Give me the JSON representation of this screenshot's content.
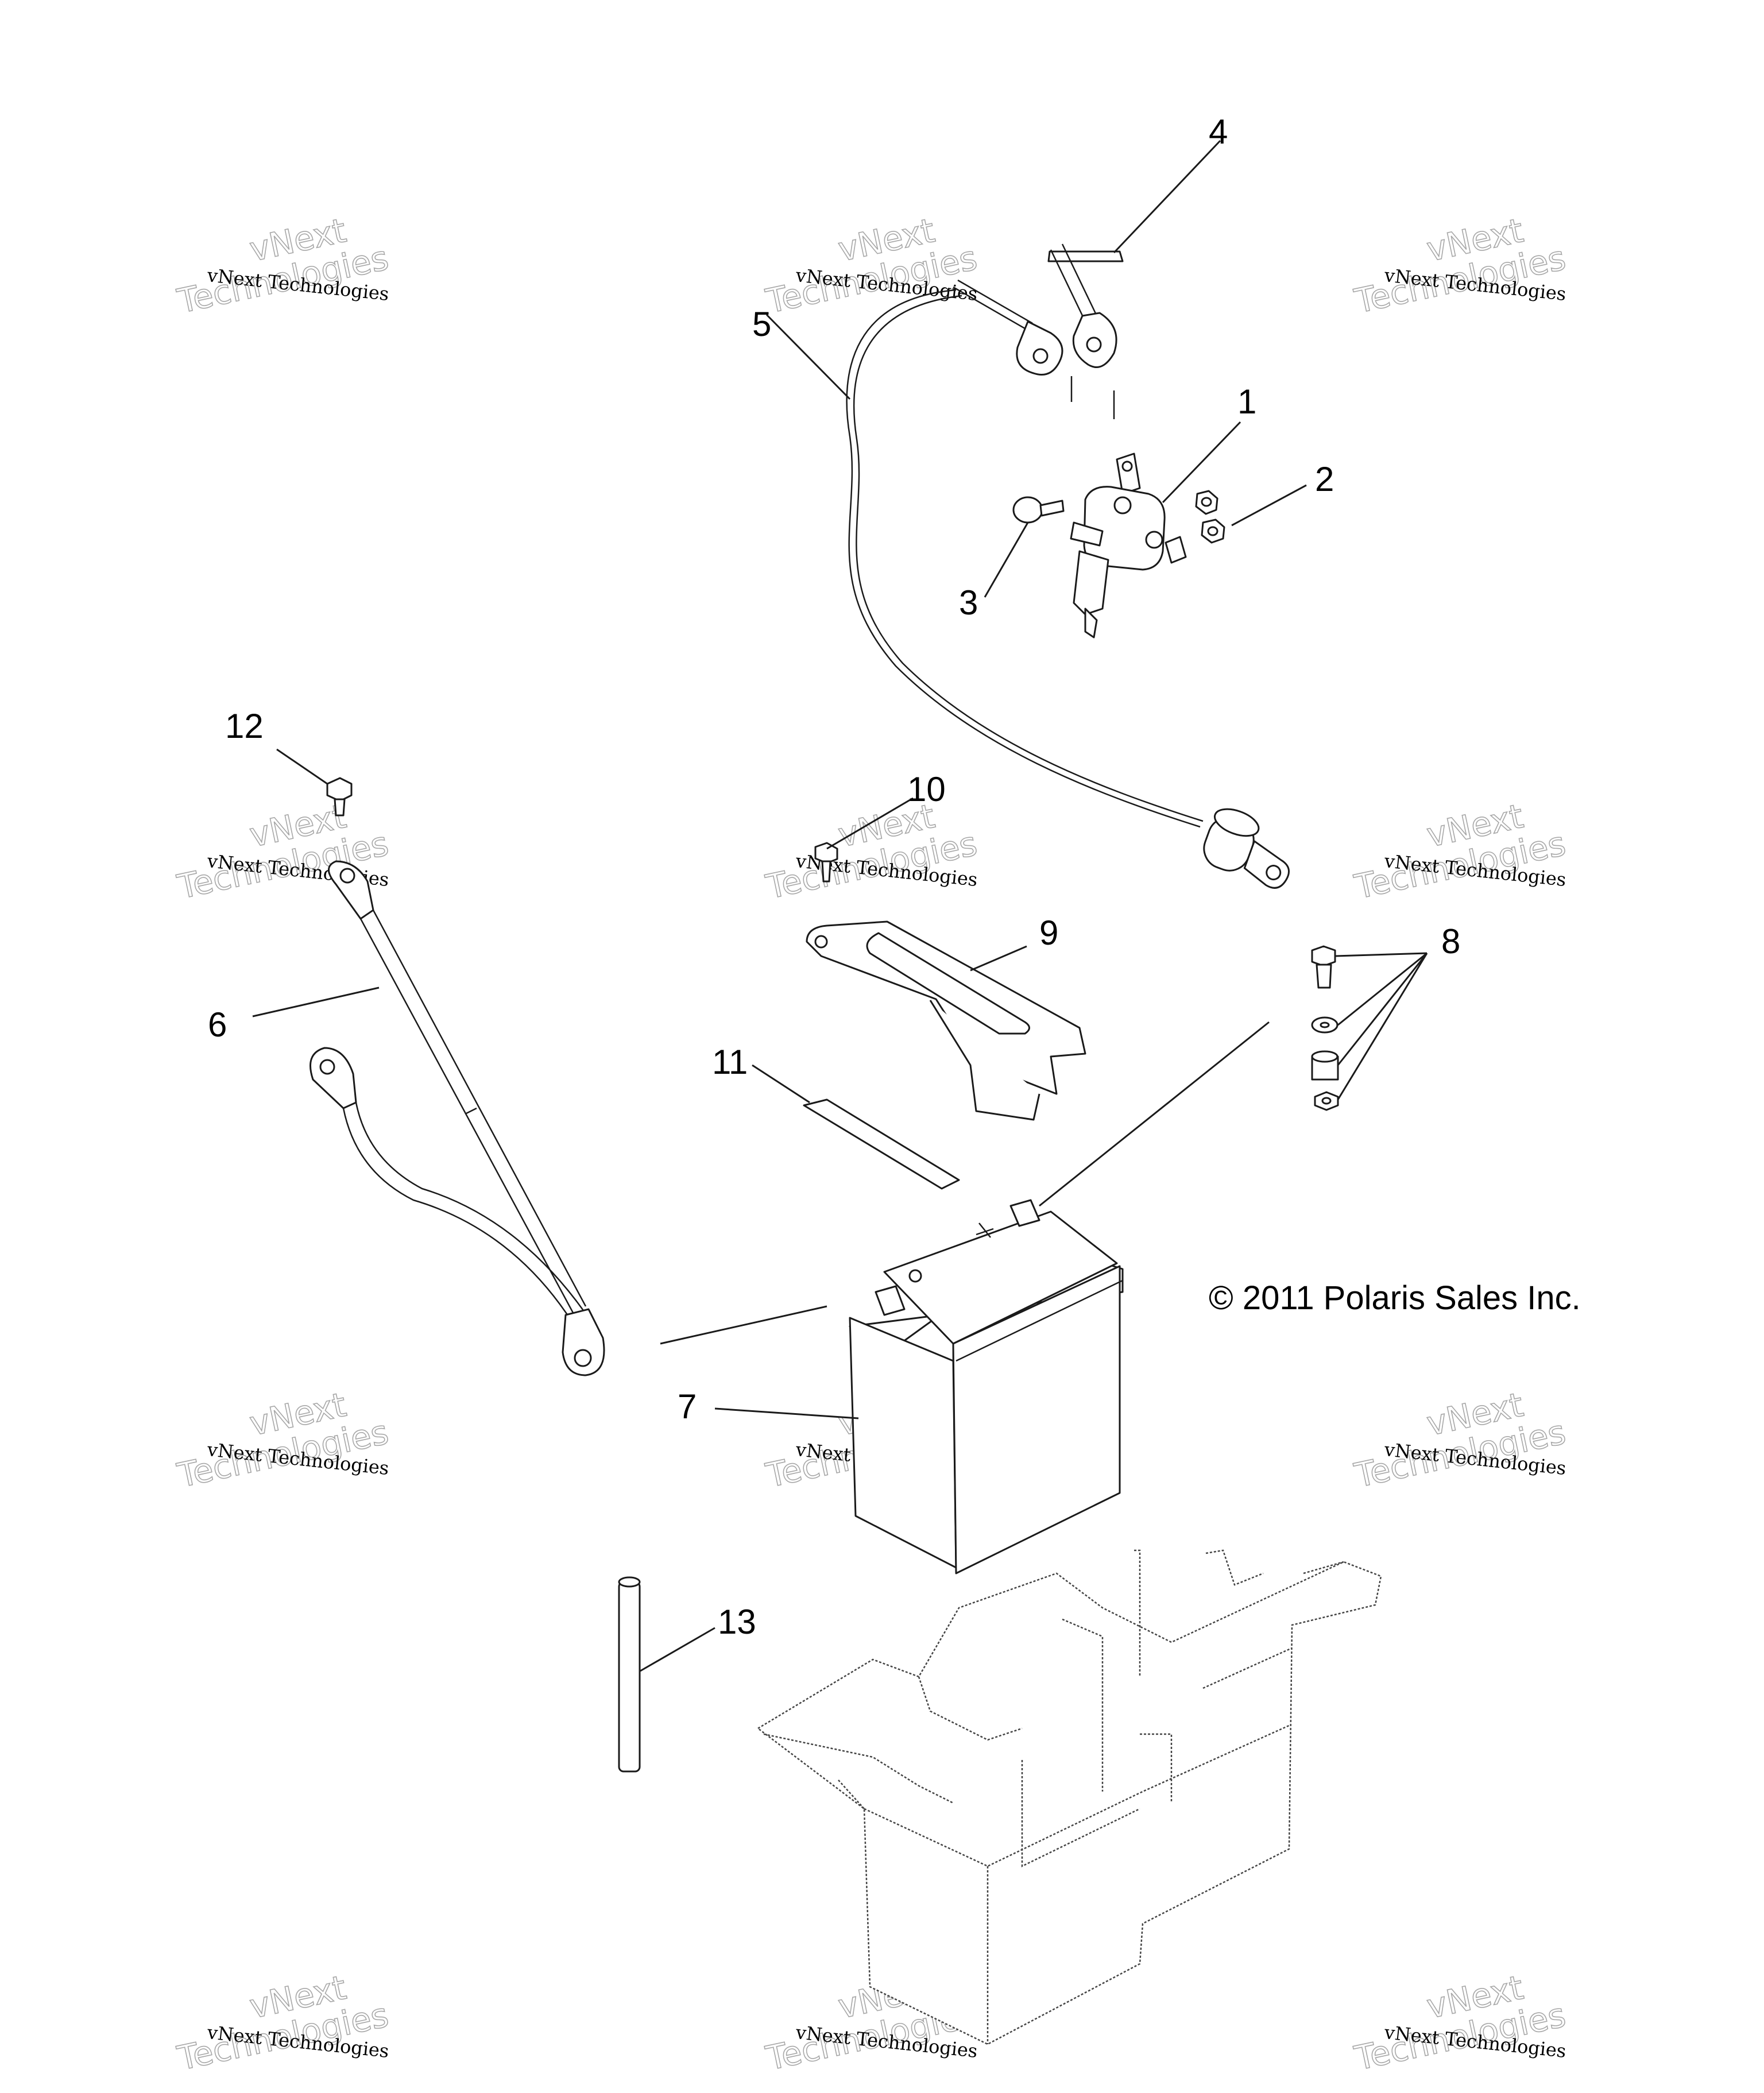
{
  "diagram": {
    "copyright": "© 2011 Polaris Sales Inc.",
    "callouts": [
      "1",
      "2",
      "3",
      "4",
      "5",
      "6",
      "7",
      "8",
      "9",
      "10",
      "11",
      "12",
      "13"
    ],
    "watermark": {
      "line_small": "vNext Technologies",
      "line_big_1": "vNext",
      "line_big_2": "Technologies"
    },
    "parts": [
      {
        "callout": "1",
        "name": "starter-solenoid"
      },
      {
        "callout": "2",
        "name": "nuts"
      },
      {
        "callout": "3",
        "name": "bolt"
      },
      {
        "callout": "4",
        "name": "battery-cable"
      },
      {
        "callout": "5",
        "name": "battery-cable"
      },
      {
        "callout": "6",
        "name": "ground-cable"
      },
      {
        "callout": "7",
        "name": "battery"
      },
      {
        "callout": "8",
        "name": "hardware-kit"
      },
      {
        "callout": "9",
        "name": "battery-hold-down-bracket"
      },
      {
        "callout": "10",
        "name": "screw"
      },
      {
        "callout": "11",
        "name": "foam-pad"
      },
      {
        "callout": "12",
        "name": "screw"
      },
      {
        "callout": "13",
        "name": "vent-tube"
      }
    ]
  }
}
